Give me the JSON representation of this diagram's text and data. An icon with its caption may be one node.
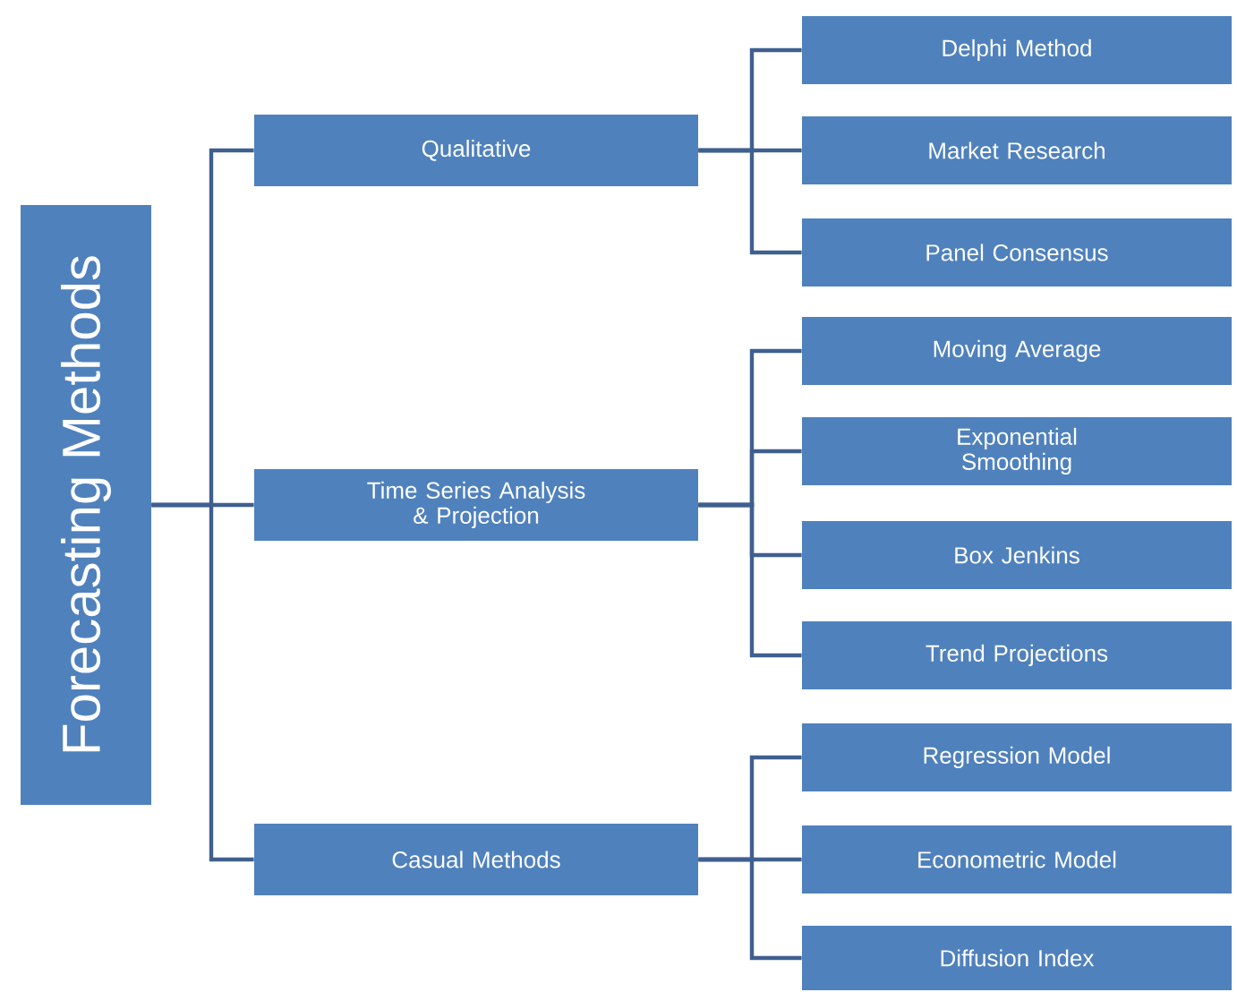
{
  "diagram": {
    "nodes": [
      {
        "text": [
          "Forecasting Methods"
        ]
      },
      {
        "text": [
          "Qualitative"
        ]
      },
      {
        "text": [
          "Time Series Analysis & Projection"
        ]
      },
      {
        "text": [
          "Casual Methods"
        ]
      },
      {
        "text": [
          "Delphi Method"
        ]
      },
      {
        "text": [
          "Market Research"
        ]
      },
      {
        "text": [
          "Panel Consensus"
        ]
      },
      {
        "text": [
          "Moving Average"
        ]
      },
      {
        "text": [
          "Exponential Smoothing"
        ]
      },
      {
        "text": [
          "Box Jenkins"
        ]
      },
      {
        "text": [
          "Trend Projections"
        ]
      },
      {
        "text": [
          "Regression Model"
        ]
      },
      {
        "text": [
          "Econometric Model"
        ]
      },
      {
        "text": [
          "Diffusion Index"
        ]
      }
    ],
    "edges": [
      {
        "from": 0,
        "to": 1,
        "arrow": "none"
      },
      {
        "from": 0,
        "to": 2,
        "arrow": "none"
      },
      {
        "from": 0,
        "to": 3,
        "arrow": "none"
      },
      {
        "from": 1,
        "to": 4,
        "arrow": "none"
      },
      {
        "from": 1,
        "to": 5,
        "arrow": "none"
      },
      {
        "from": 1,
        "to": 6,
        "arrow": "none"
      },
      {
        "from": 2,
        "to": 7,
        "arrow": "none"
      },
      {
        "from": 2,
        "to": 8,
        "arrow": "none"
      },
      {
        "from": 2,
        "to": 9,
        "arrow": "none"
      },
      {
        "from": 2,
        "to": 10,
        "arrow": "none"
      },
      {
        "from": 3,
        "to": 11,
        "arrow": "none"
      },
      {
        "from": 3,
        "to": 12,
        "arrow": "none"
      },
      {
        "from": 3,
        "to": 13,
        "arrow": "none"
      }
    ]
  }
}
